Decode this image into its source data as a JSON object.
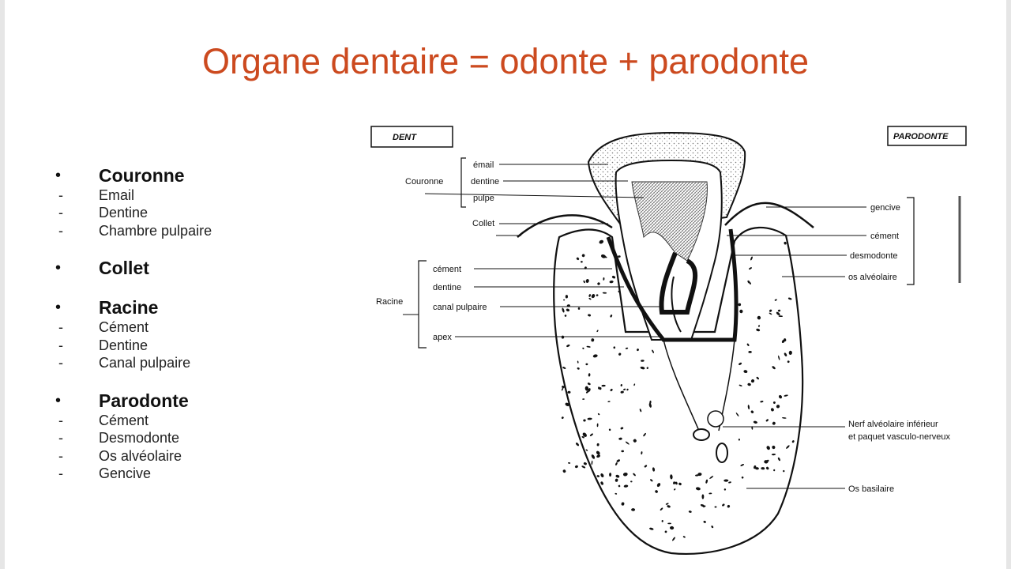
{
  "title": "Organe dentaire = odonte + parodonte",
  "outline": [
    {
      "bullet": "•",
      "label": "Couronne",
      "items": [
        "Email",
        "Dentine",
        "Chambre pulpaire"
      ]
    },
    {
      "bullet": "•",
      "label": "Collet",
      "items": []
    },
    {
      "bullet": "•",
      "label": "Racine",
      "items": [
        "Cément",
        "Dentine",
        "Canal pulpaire"
      ]
    },
    {
      "bullet": "•",
      "label": "Parodonte",
      "items": [
        "Cément",
        "Desmodonte",
        "Os alvéolaire",
        "Gencive"
      ]
    }
  ],
  "diagram": {
    "box_left": "DENT",
    "box_right": "PARODONTE",
    "left_labels": {
      "couronne": "Couronne",
      "email": "émail",
      "dentine": "dentine",
      "pulpe": "pulpe",
      "collet": "Collet",
      "racine": "Racine",
      "cement": "cément",
      "dentine_racine": "dentine",
      "canal": "canal pulpaire",
      "apex": "apex"
    },
    "right_labels": {
      "gencive": "gencive",
      "cement": "cément",
      "desmodonte": "desmodonte",
      "os_alveolaire": "os alvéolaire",
      "nerf_1": "Nerf alvéolaire inférieur",
      "nerf_2": "et paquet vasculo-nerveux",
      "os_basilaire": "Os basilaire"
    }
  },
  "colors": {
    "title": "#cc4a1f",
    "text": "#111111"
  }
}
